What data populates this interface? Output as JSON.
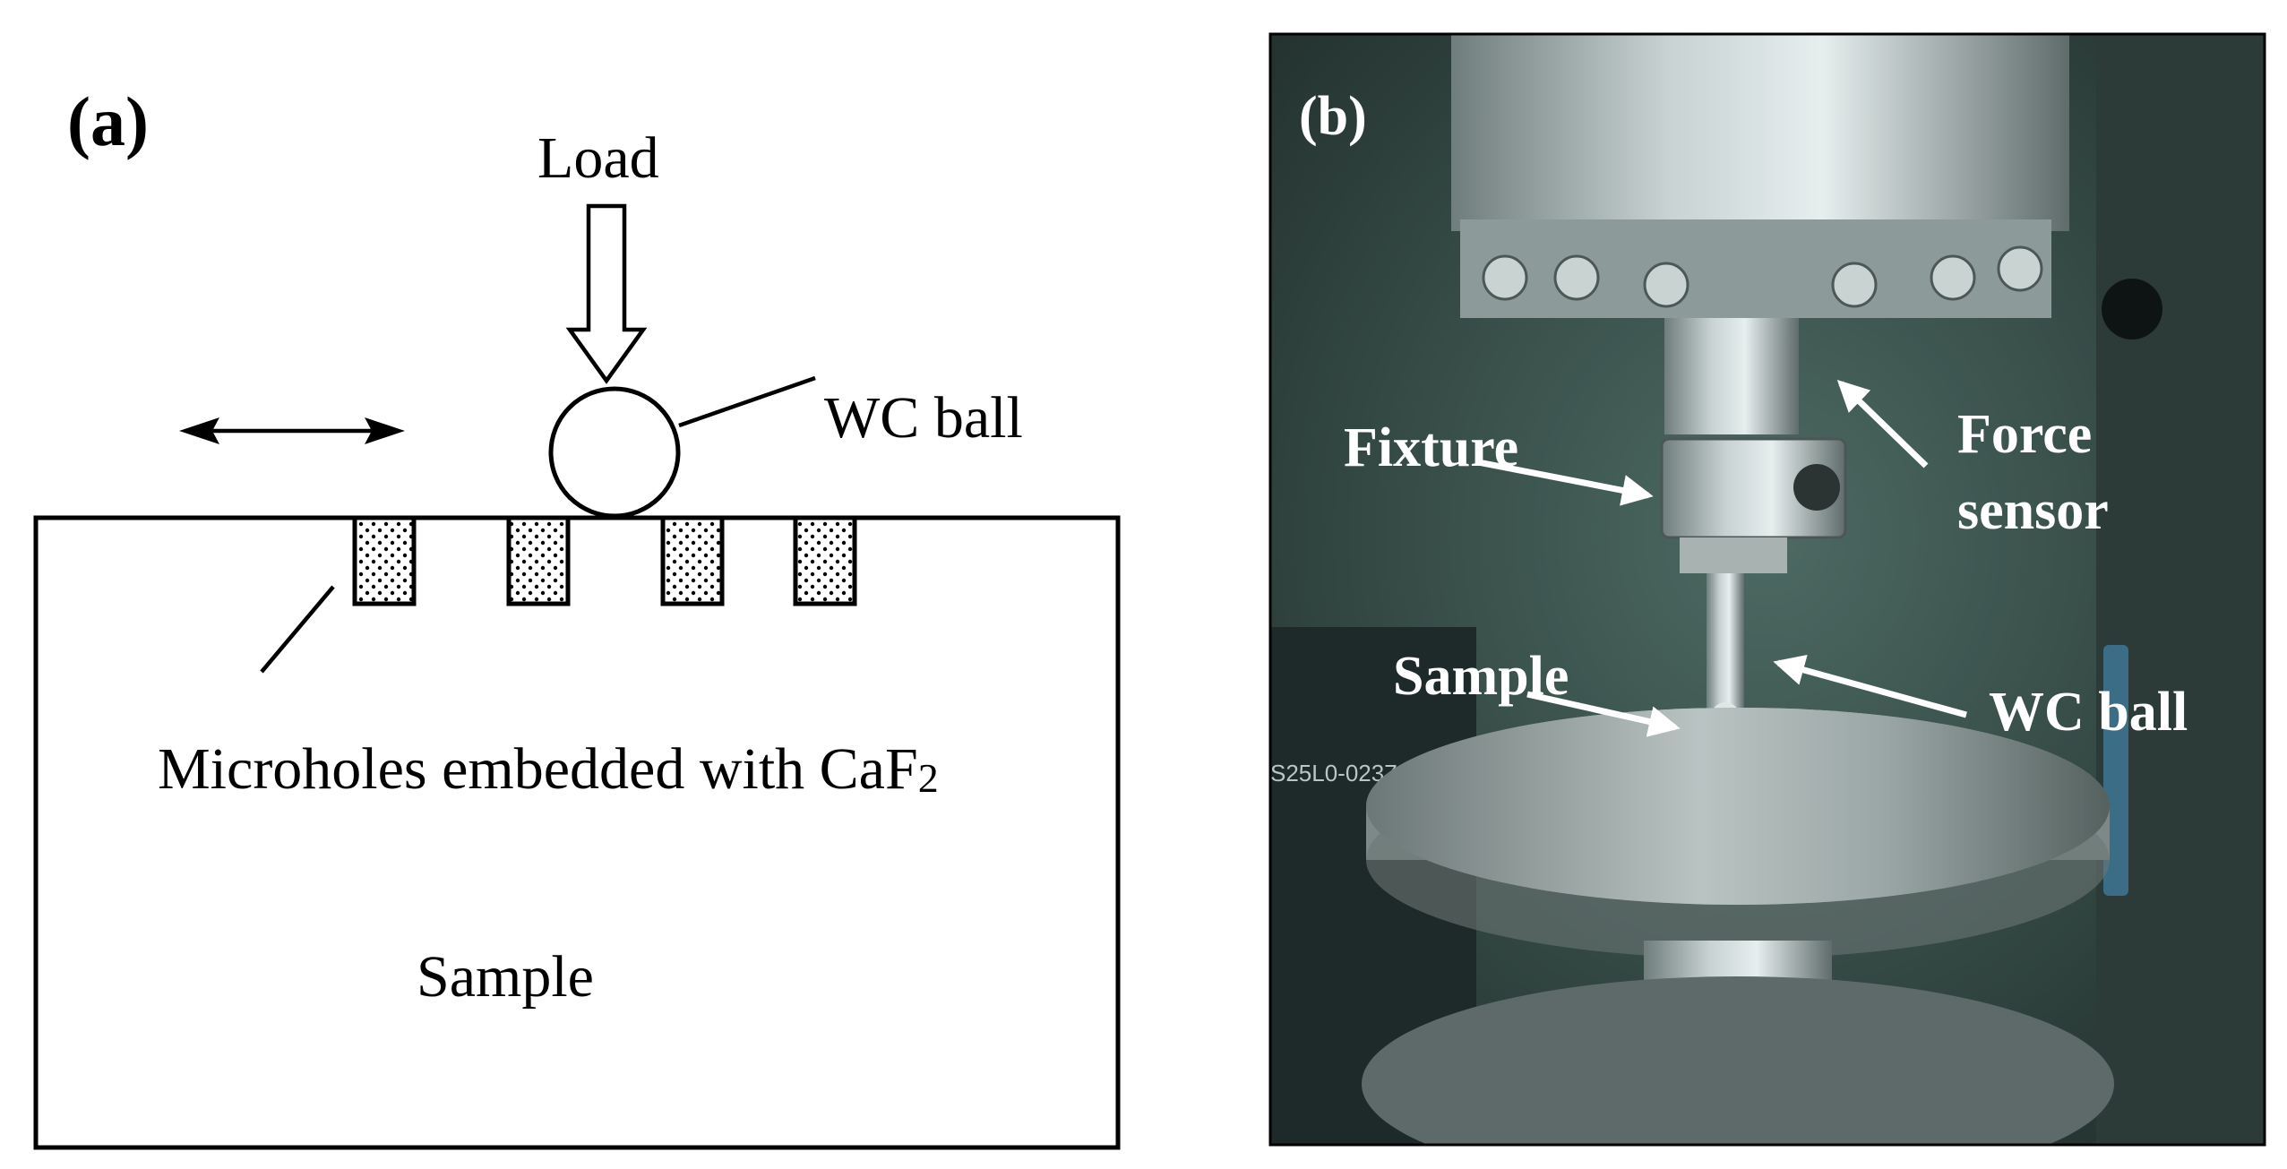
{
  "panel_a": {
    "tag": "(a)",
    "load_label": "Load",
    "ball_label": "WC ball",
    "holes_label": "Microholes embedded with CaF",
    "holes_label_subscript": "2",
    "sample_label": "Sample"
  },
  "panel_b": {
    "tag": "(b)",
    "fixture_label": "Fixture",
    "force_sensor_label_1": "Force",
    "force_sensor_label_2": "sensor",
    "sample_label": "Sample",
    "ball_label": "WC ball",
    "device_tag": "S25L0-0237"
  },
  "colors": {
    "line": "#000000",
    "photo_background": "#3b524c",
    "photo_label": "#ffffff"
  }
}
